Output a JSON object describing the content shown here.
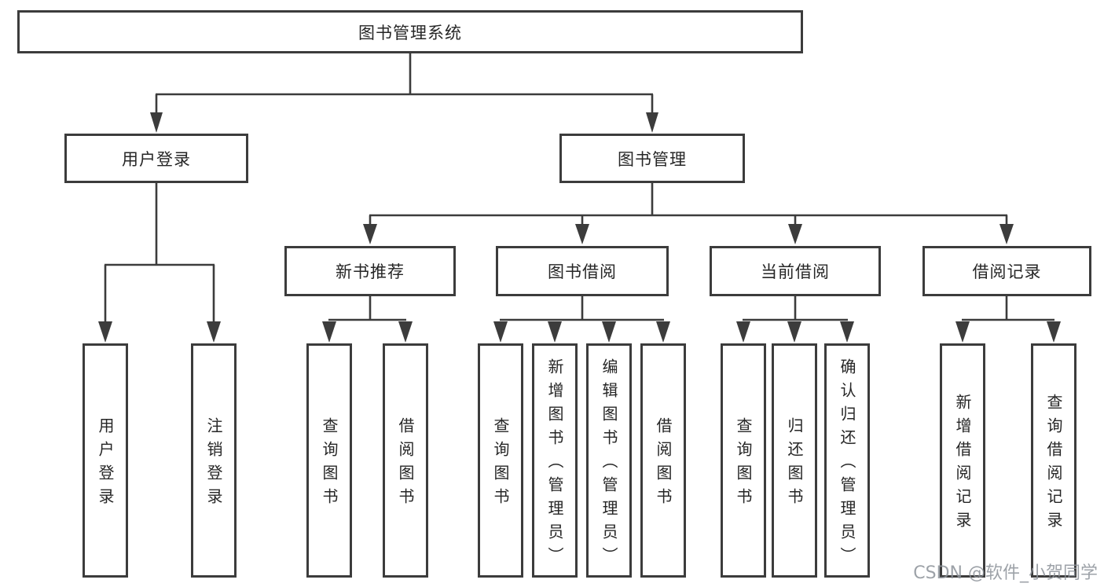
{
  "colors": {
    "line": "#3c3c3c",
    "text": "#262626",
    "watermark": "#8c9299"
  },
  "watermark": "CSDN @软件_小贺同学",
  "tree": {
    "label": "图书管理系统",
    "children": [
      {
        "label": "用户登录",
        "children": [
          {
            "label": "用户登录"
          },
          {
            "label": "注销登录"
          }
        ]
      },
      {
        "label": "图书管理",
        "children": [
          {
            "label": "新书推荐",
            "children": [
              {
                "label": "查询图书"
              },
              {
                "label": "借阅图书"
              }
            ]
          },
          {
            "label": "图书借阅",
            "children": [
              {
                "label": "查询图书"
              },
              {
                "label": "新增图书（管理员）"
              },
              {
                "label": "编辑图书（管理员）"
              },
              {
                "label": "借阅图书"
              }
            ]
          },
          {
            "label": "当前借阅",
            "children": [
              {
                "label": "查询图书"
              },
              {
                "label": "归还图书"
              },
              {
                "label": "确认归还（管理员）"
              }
            ]
          },
          {
            "label": "借阅记录",
            "children": [
              {
                "label": "新增借阅记录"
              },
              {
                "label": "查询借阅记录"
              }
            ]
          }
        ]
      }
    ]
  }
}
